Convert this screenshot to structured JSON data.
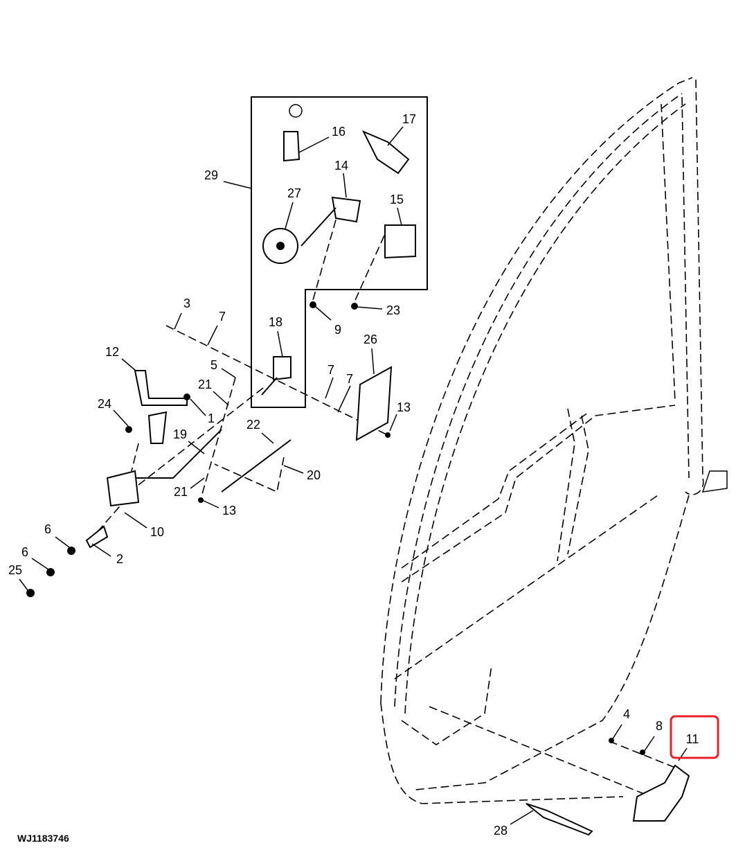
{
  "figure_code": "WJ1183746",
  "highlight_color": "#e8202a",
  "highlighted_callout": "11",
  "callouts": [
    "29",
    "16",
    "17",
    "14",
    "27",
    "15",
    "23",
    "9",
    "18",
    "3",
    "7",
    "26",
    "12",
    "5",
    "21",
    "7",
    "7",
    "13",
    "24",
    "1",
    "19",
    "22",
    "20",
    "21",
    "13",
    "10",
    "6",
    "2",
    "6",
    "25",
    "4",
    "8",
    "11",
    "28"
  ]
}
